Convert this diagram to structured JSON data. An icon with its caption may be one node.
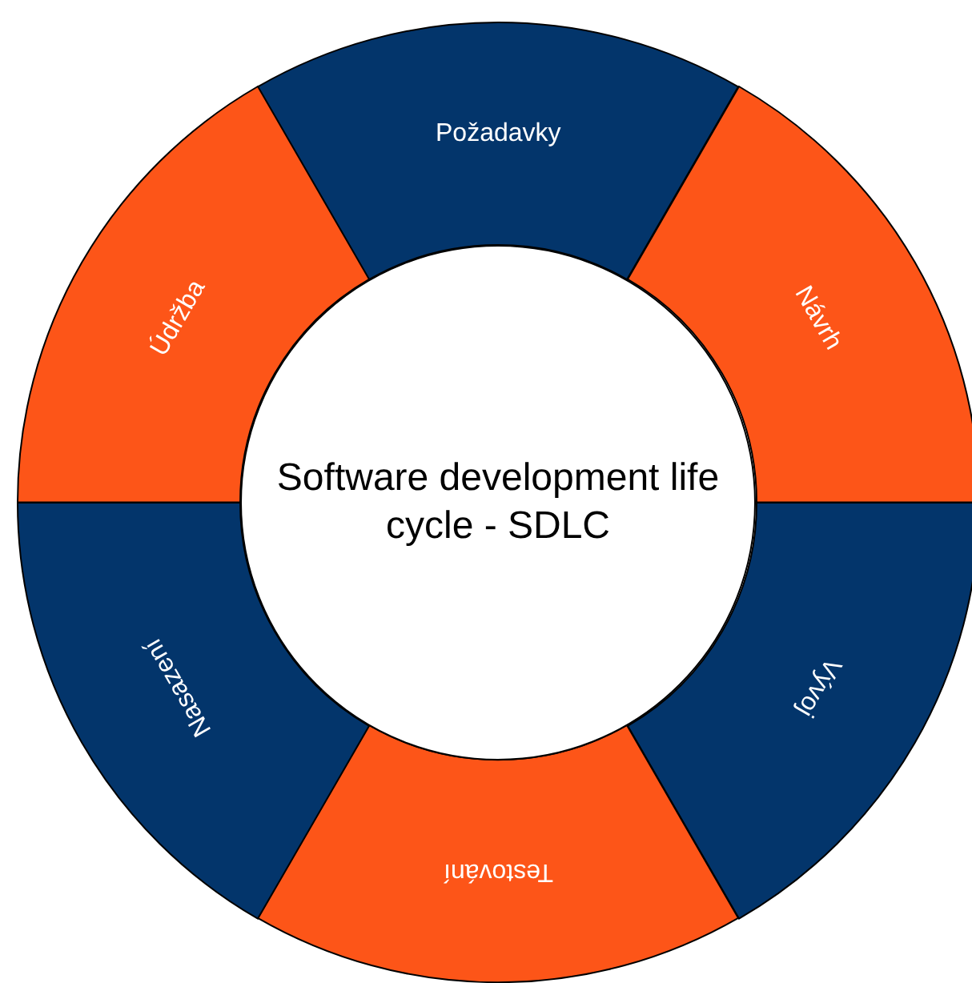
{
  "diagram": {
    "nodes": [
      {
        "text": [
          "Software development life cycle - SDLC"
        ]
      },
      {
        "text": [
          "Požadavky"
        ]
      },
      {
        "text": [
          "Návrh"
        ]
      },
      {
        "text": [
          "Vývoj"
        ]
      },
      {
        "text": [
          "Testování"
        ]
      },
      {
        "text": [
          "Nasazení"
        ]
      },
      {
        "text": [
          "Údržba"
        ]
      }
    ]
  }
}
